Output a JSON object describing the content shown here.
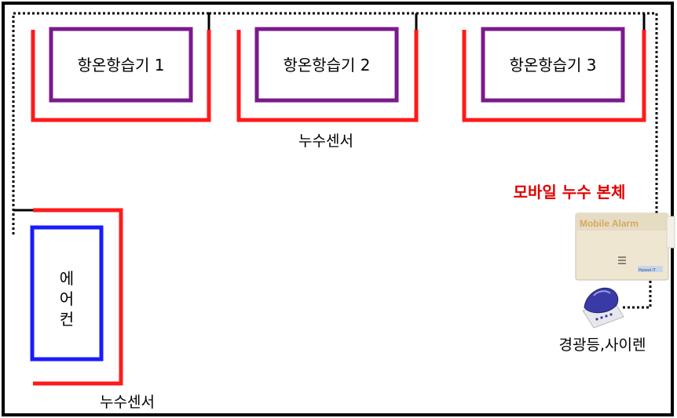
{
  "units": [
    {
      "label": "항온항습기 1"
    },
    {
      "label": "항온항습기 2"
    },
    {
      "label": "항온항습기 3"
    }
  ],
  "sensor_label_top": "누수센서",
  "sensor_label_bottom": "누수센서",
  "aircon_label": [
    "에",
    "어",
    "컨"
  ],
  "main_unit_title": "모바일 누수 본체",
  "device_brand": "Mobile Alarm",
  "device_small_text": "Huneet IT",
  "siren_label": "경광등,사이렌",
  "colors": {
    "sensor_line": "#ff1a1a",
    "unit_border": "#7a1a8c",
    "aircon_border": "#1a1aff",
    "title_red": "#e00000",
    "device_body": "#efe6d2",
    "device_brand": "#d8b070"
  }
}
